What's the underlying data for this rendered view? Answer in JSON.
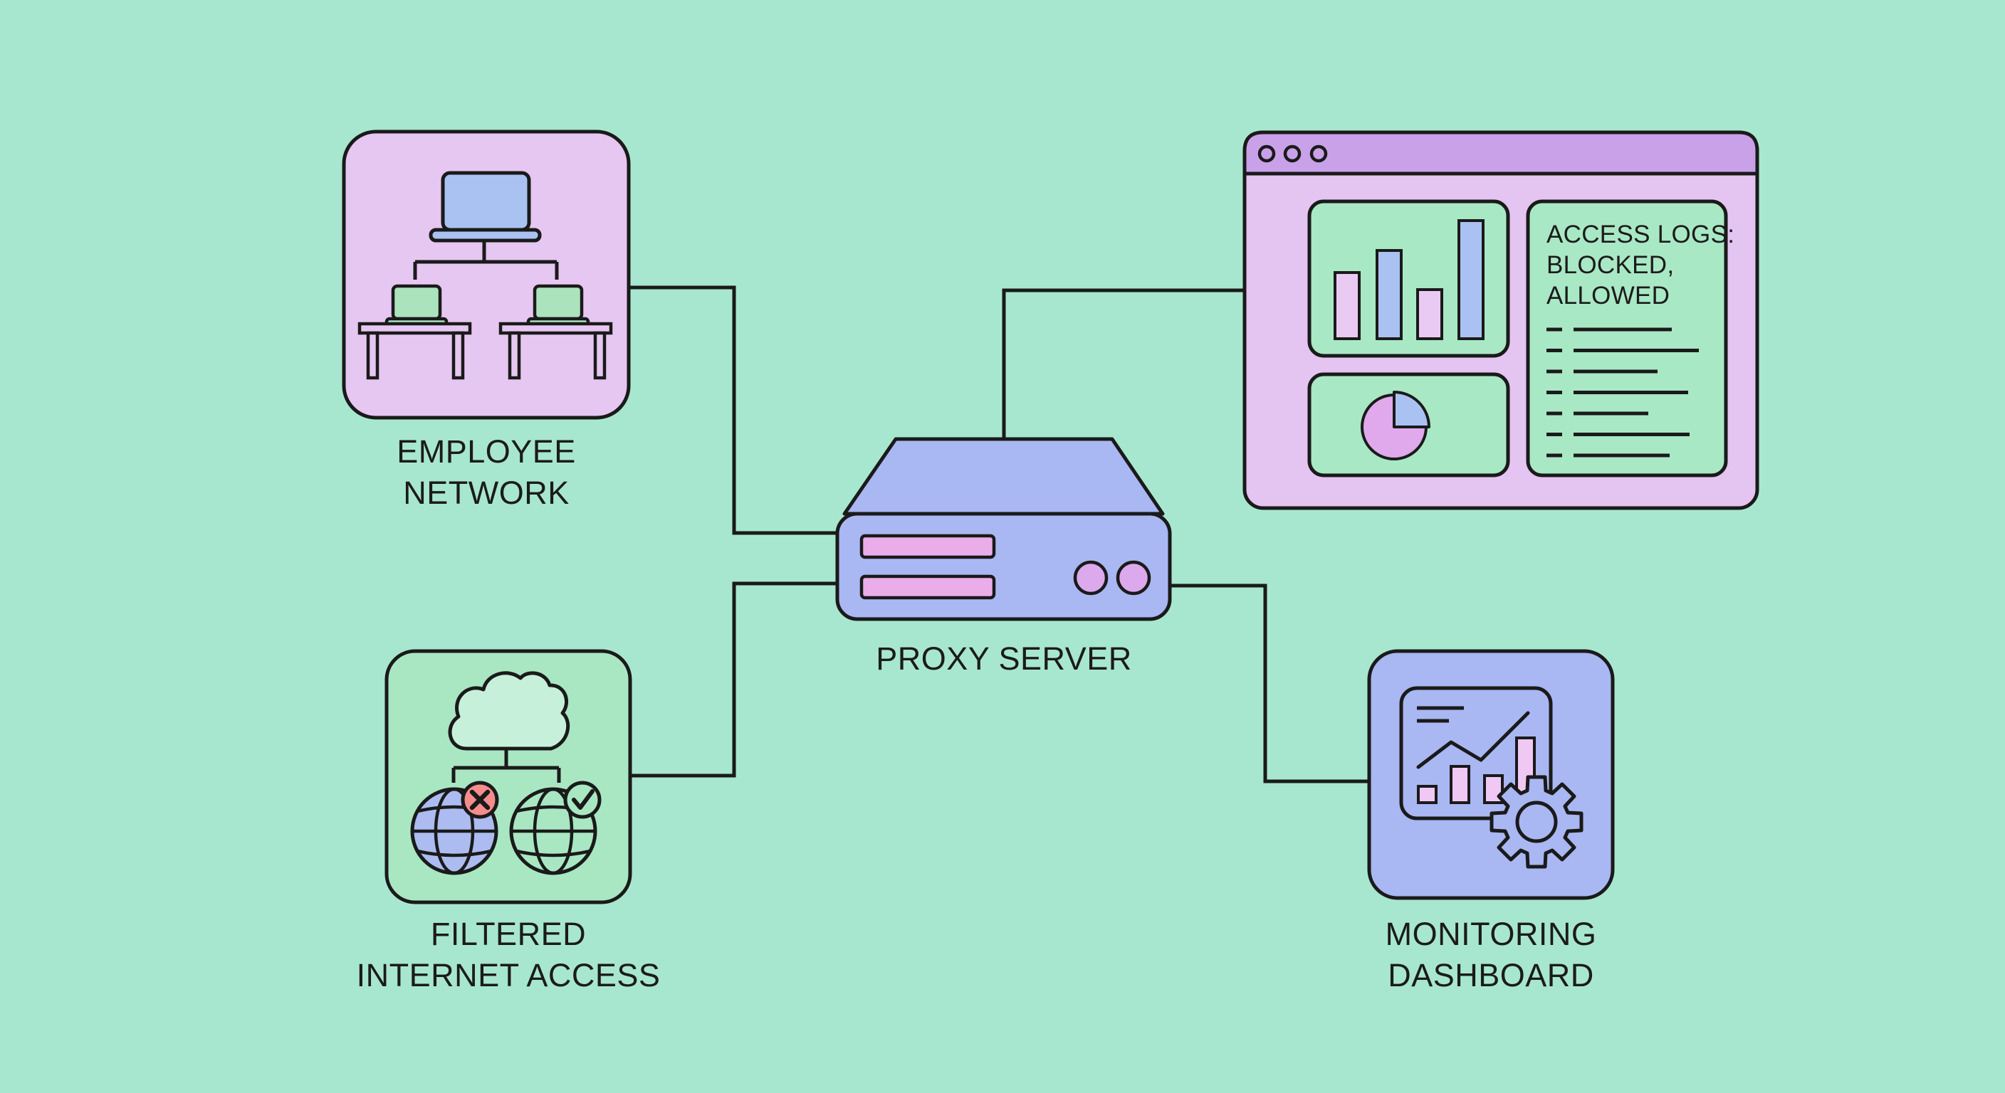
{
  "canvas": {
    "background": "#A8E7CF",
    "outline": "#1A1A1A",
    "text_color": "#1B1B1B"
  },
  "nodes": {
    "employee_network": {
      "label": "EMPLOYEE\nNETWORK",
      "fill": "#E6C7F1",
      "icon": "workstations-icon"
    },
    "proxy_server": {
      "label": "PROXY SERVER",
      "fill": "#A9B7F2",
      "icon": "server-icon"
    },
    "filtered_internet_access": {
      "label": "FILTERED\nINTERNET ACCESS",
      "fill": "#A9E7C3",
      "icon": "cloud-globes-icon"
    },
    "monitoring_dashboard": {
      "label": "MONITORING\nDASHBOARD",
      "fill": "#A9B7F2",
      "icon": "chart-gear-icon"
    },
    "access_log_window": {
      "log_title": "ACCESS LOGS:\nBLOCKED,\nALLOWED",
      "titlebar_fill": "#C9A1E8",
      "body_fill": "#E4C4F0",
      "panel_fill": "#A9E8C5",
      "window_dots": 3,
      "log_line_lengths": [
        138,
        176,
        118,
        161,
        105,
        163,
        135
      ]
    }
  },
  "connections": [
    {
      "from": "employee-network",
      "to": "proxy-server"
    },
    {
      "from": "filtered-internet-access",
      "to": "proxy-server"
    },
    {
      "from": "proxy-server",
      "to": "access-log-window"
    },
    {
      "from": "proxy-server",
      "to": "monitoring-dashboard"
    }
  ],
  "chart_data": [
    {
      "type": "bar",
      "context": "access-log-window-top-panel",
      "values": [
        93,
        124,
        69,
        166
      ],
      "unit": "px",
      "colors": [
        "#E9CAF2",
        "#A9C2F1",
        "#E9CAF2",
        "#A9C2F1"
      ]
    },
    {
      "type": "pie",
      "context": "access-log-window-bottom-panel",
      "slices": [
        {
          "value": 25,
          "color": "#A9C2F1"
        },
        {
          "value": 75,
          "color": "#DFA9EC"
        }
      ]
    },
    {
      "type": "bar",
      "context": "monitoring-dashboard-panel",
      "values": [
        23,
        51,
        38,
        91
      ],
      "unit": "px",
      "colors": [
        "#EFC9F3",
        "#EFC9F3",
        "#EFC9F3",
        "#EFC9F3"
      ]
    }
  ]
}
